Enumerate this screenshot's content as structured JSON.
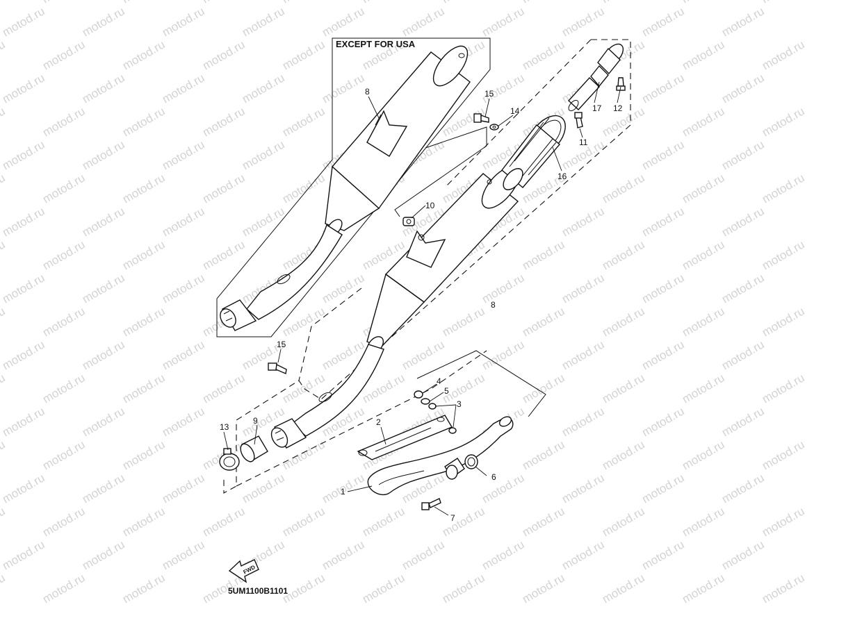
{
  "diagram": {
    "box_title": "EXCEPT FOR USA",
    "diagram_code": "5UM1100B1101",
    "fwd_label": "FWD",
    "watermark": "motod.ru",
    "callouts": {
      "c1": "1",
      "c2": "2",
      "c3": "3",
      "c4": "4",
      "c5": "5",
      "c6": "6",
      "c7": "7",
      "c8a": "8",
      "c8b": "8",
      "c9": "9",
      "c10": "10",
      "c11": "11",
      "c12": "12",
      "c13": "13",
      "c14": "14",
      "c15a": "15",
      "c15b": "15",
      "c16": "16",
      "c17": "17"
    }
  }
}
